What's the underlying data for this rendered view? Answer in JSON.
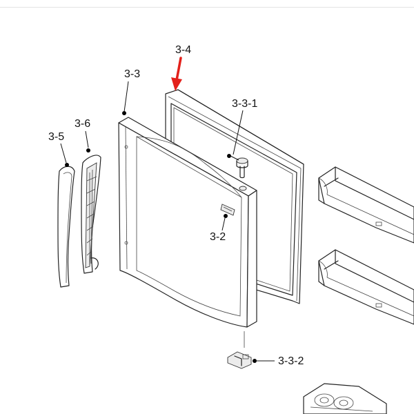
{
  "diagram": {
    "labels": {
      "gasket": "3-4",
      "door": "3-3",
      "door_hinge_top": "3-3-1",
      "door_stopper": "3-6",
      "door_handle": "3-5",
      "door_latch": "3-2",
      "door_hinge_bottom": "3-3-2"
    },
    "colors": {
      "arrow": "#e3211b",
      "lines": "#222222",
      "shading": "#ececec"
    },
    "icons": {
      "pointer": "red-arrow-icon"
    }
  }
}
